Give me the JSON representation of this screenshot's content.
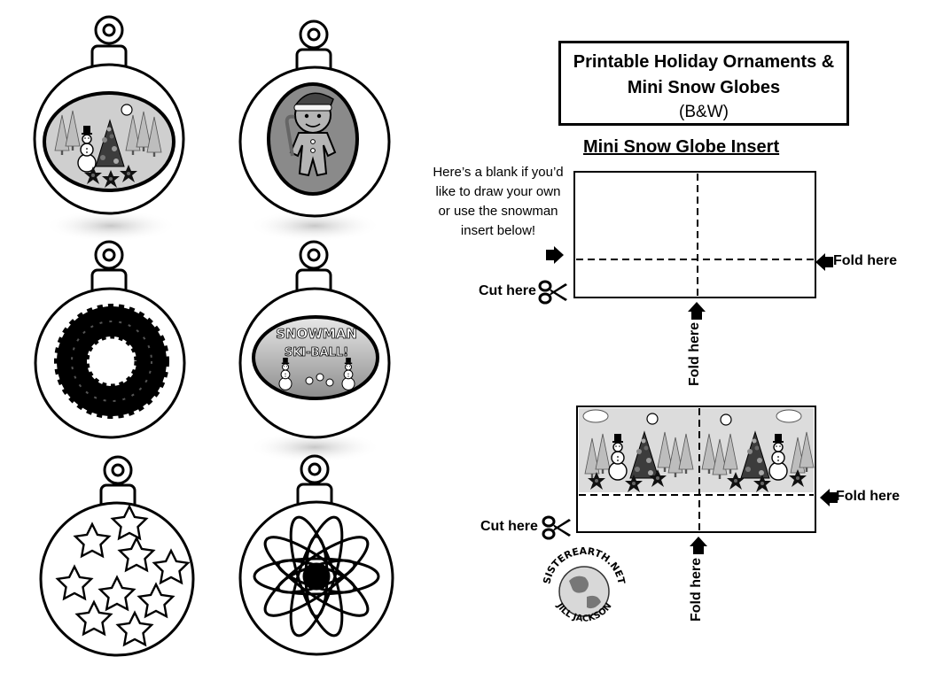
{
  "title": {
    "line1": "Printable Holiday Ornaments &",
    "line2": "Mini Snow Globes",
    "line3": "(B&W)"
  },
  "insert_heading": "Mini Snow Globe Insert",
  "blank_note": "Here’s a blank if you’d like to draw your own or use the snowman insert below!",
  "labels": {
    "fold_here": "Fold here",
    "cut_here": "Cut here"
  },
  "ornaments": [
    {
      "name": "snowman-scene-ornament"
    },
    {
      "name": "gingerbread-ornament"
    },
    {
      "name": "wreath-ornament"
    },
    {
      "name": "snowman-ski-ball-ornament",
      "sign_text": [
        "SNOWMAN",
        "SKI-BALL!"
      ]
    },
    {
      "name": "stars-ornament"
    },
    {
      "name": "poinsettia-ornament"
    }
  ],
  "logo": {
    "top_text": "SISTEREARTH.NET",
    "bottom_text": "JILL JACKSON"
  },
  "icons": [
    "scissors-icon",
    "arrow-icon",
    "globe-icon"
  ]
}
